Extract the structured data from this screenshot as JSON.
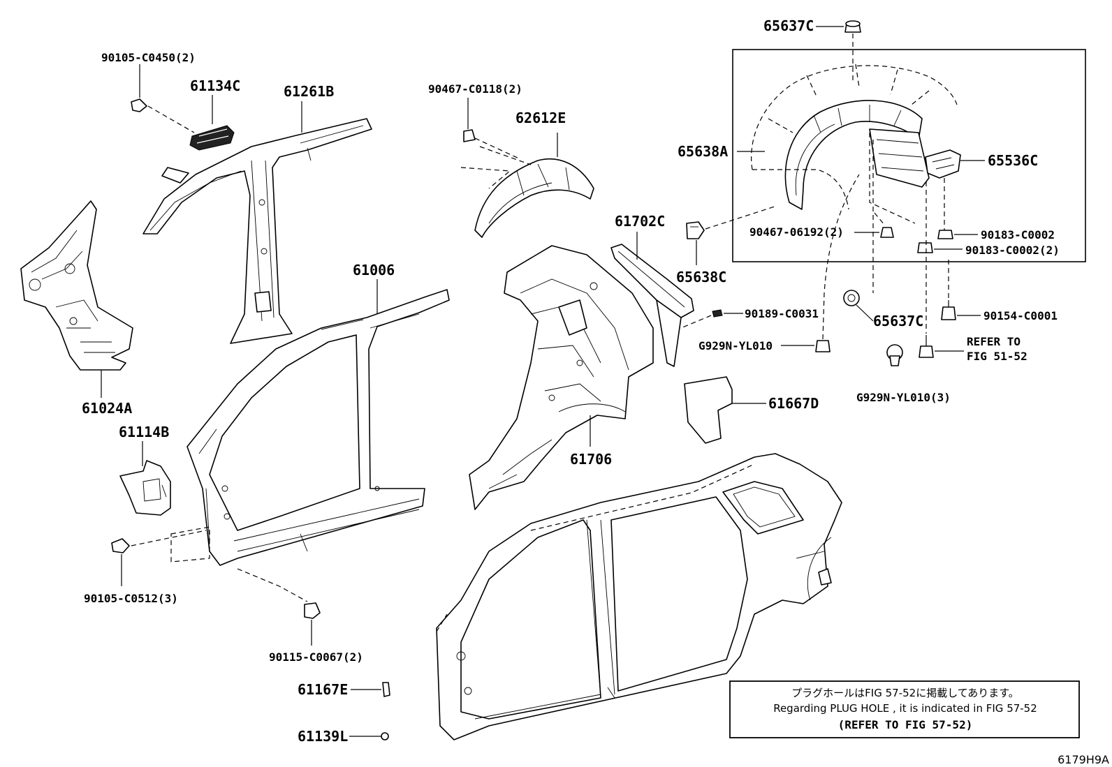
{
  "figure_code": "6179H9A",
  "labels": {
    "p65637C_top": "65637C",
    "p90105_C0450": "90105-C0450(2)",
    "p61134C": "61134C",
    "p61261B": "61261B",
    "p90467_C0118": "90467-C0118(2)",
    "p62612E": "62612E",
    "p65638A": "65638A",
    "p65536C": "65536C",
    "p90467_06192": "90467-06192(2)",
    "p90183_C0002": "90183-C0002",
    "p90183_C0002_2": "90183-C0002(2)",
    "p61702C": "61702C",
    "p65638C": "65638C",
    "p61006": "61006",
    "p90189_C0031": "90189-C0031",
    "p65637C_mid": "65637C",
    "p90154_C0001": "90154-C0001",
    "refer_line1": "REFER TO",
    "refer_line2": "FIG 51-52",
    "pG929N_YL010": "G929N-YL010",
    "pG929N_YL010_3": "G929N-YL010(3)",
    "p61024A": "61024A",
    "p61114B": "61114B",
    "p61667D": "61667D",
    "p61706": "61706",
    "p90105_C0512": "90105-C0512(3)",
    "p90115_C0067": "90115-C0067(2)",
    "p61167E": "61167E",
    "p61139L": "61139L"
  },
  "note": {
    "line_jp": "プラグホールはFIG 57-52に掲載してあります。",
    "line_en": "Regarding  PLUG  HOLE , it is indicated in FIG  57-52",
    "line_ref": "(REFER  TO  FIG 57-52)"
  }
}
